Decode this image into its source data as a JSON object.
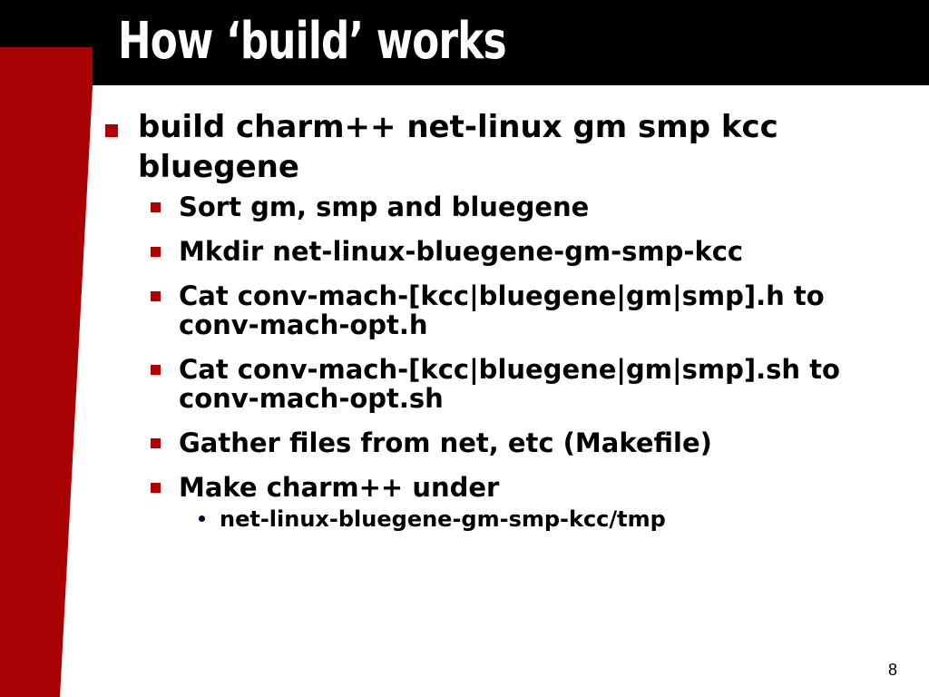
{
  "slide": {
    "title": "How ‘build’ works",
    "page_number": "8",
    "colors": {
      "title_bar": "#000000",
      "accent_red": "#a80000",
      "bullet_red": "#b00000",
      "text": "#000000",
      "background": "#ffffff"
    },
    "bullet": {
      "text": "build charm++ net-linux gm smp kcc bluegene",
      "sub_items": [
        {
          "text": "Sort gm, smp and bluegene"
        },
        {
          "text": "Mkdir net-linux-bluegene-gm-smp-kcc"
        },
        {
          "text": "Cat conv-mach-[kcc|bluegene|gm|smp].h to conv-mach-opt.h"
        },
        {
          "text": "Cat conv-mach-[kcc|bluegene|gm|smp].sh to conv-mach-opt.sh"
        },
        {
          "text": "Gather files from net, etc (Makefile)"
        },
        {
          "text": "Make charm++ under"
        }
      ],
      "sub_sub_items": [
        {
          "text": "net-linux-bluegene-gm-smp-kcc/tmp"
        }
      ]
    }
  }
}
